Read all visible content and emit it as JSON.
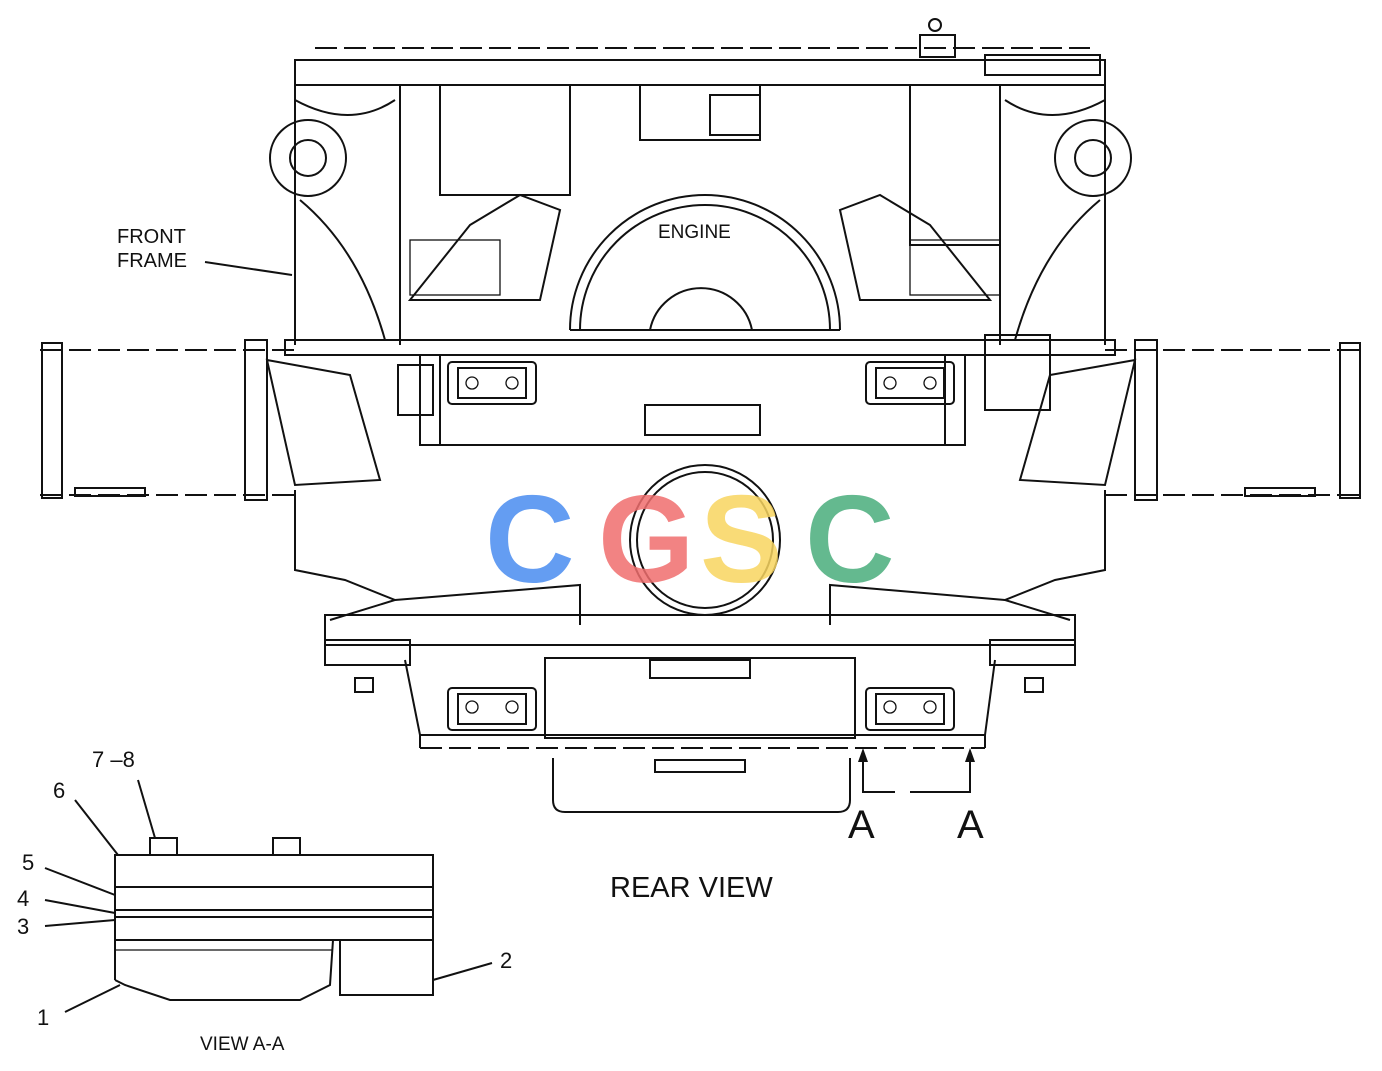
{
  "labels": {
    "front_frame_1": "FRONT",
    "front_frame_2": "FRAME",
    "engine": "ENGINE",
    "rear_view": "REAR VIEW",
    "view_aa": "VIEW A-A",
    "section_left": "A",
    "section_right": "A"
  },
  "callouts": {
    "c1": "1",
    "c2": "2",
    "c3": "3",
    "c4": "4",
    "c5": "5",
    "c6": "6",
    "c78": "7 –8"
  },
  "watermark": {
    "letters": [
      "C",
      "G",
      "S",
      "C"
    ],
    "colors": [
      "#4a8cf0",
      "#f06e6e",
      "#f8d560",
      "#4aad7c"
    ]
  }
}
